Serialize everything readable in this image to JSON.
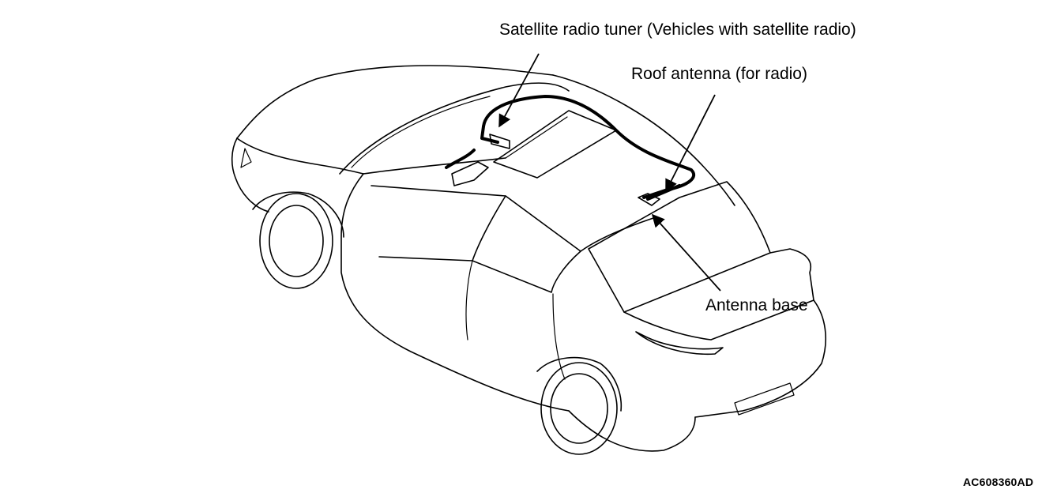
{
  "diagram": {
    "callouts": {
      "satellite_tuner": "Satellite radio tuner (Vehicles with satellite radio)",
      "roof_antenna": "Roof antenna (for radio)",
      "antenna_base": "Antenna base"
    },
    "figure_code": "AC608360AD"
  }
}
